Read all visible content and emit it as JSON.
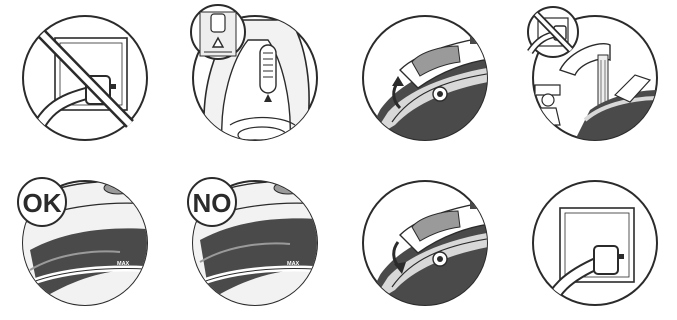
{
  "labels": {
    "ok": "OK",
    "no": "NO",
    "max_ok": "MAX",
    "max_no": "MAX"
  },
  "steps": [
    {
      "name": "unplug-prohibited"
    },
    {
      "name": "water-tank-fill-level"
    },
    {
      "name": "open-fill-cap"
    },
    {
      "name": "fill-from-tap-prohibited"
    },
    {
      "name": "fill-to-max-ok"
    },
    {
      "name": "overfill-no"
    },
    {
      "name": "close-fill-cap"
    },
    {
      "name": "plug-in"
    }
  ],
  "colors": {
    "stroke": "#2b2b2b",
    "iron_dark": "#4a4a4a",
    "iron_mid": "#9a9a9a",
    "iron_light": "#d8d8d8",
    "badge_fill": "#ffffff"
  }
}
